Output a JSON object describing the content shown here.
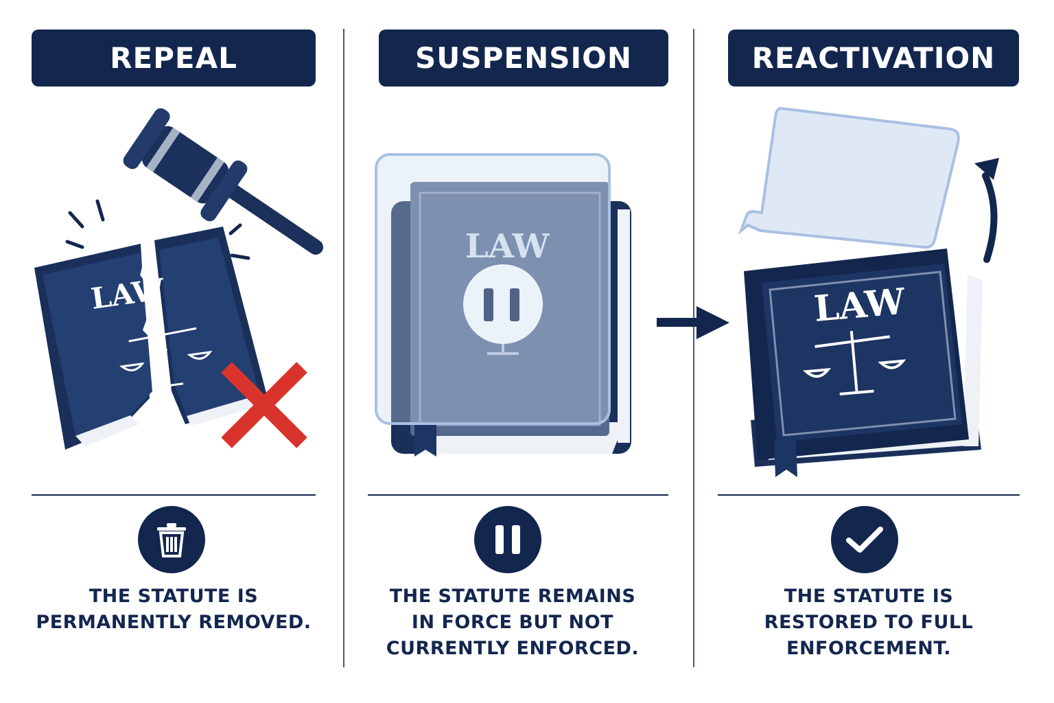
{
  "panels": [
    {
      "id": "repeal",
      "title": "REPEAL",
      "book_label": "LAW",
      "icon": "trash-icon",
      "caption_lines": [
        "THE STATUTE IS",
        "PERMANENTLY REMOVED."
      ]
    },
    {
      "id": "suspension",
      "title": "SUSPENSION",
      "book_label": "LAW",
      "icon": "pause-icon",
      "caption_lines": [
        "THE STATUTE REMAINS",
        "IN FORCE BUT NOT",
        "CURRENTLY ENFORCED."
      ]
    },
    {
      "id": "reactivation",
      "title": "REACTIVATION",
      "book_label": "LAW",
      "icon": "check-icon",
      "caption_lines": [
        "THE STATUTE IS",
        "RESTORED TO FULL",
        "ENFORCEMENT."
      ]
    }
  ],
  "colors": {
    "navy": "#13264e",
    "book_blue": "#1f3a68",
    "cross_red": "#d9342b",
    "glass": "#c9d9ef",
    "white": "#ffffff"
  }
}
